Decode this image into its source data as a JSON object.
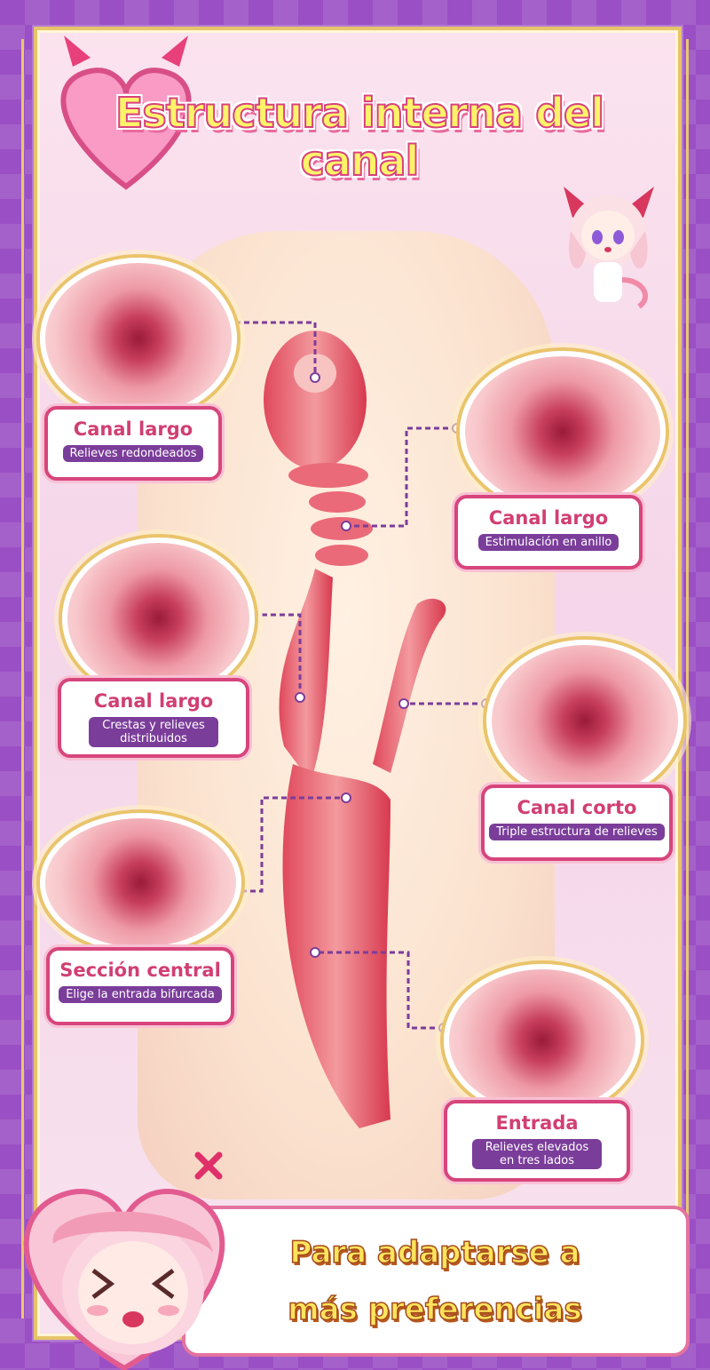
{
  "title": "Estructura interna del canal",
  "labels": [
    {
      "title": "Canal largo",
      "subtitle": "Relieves redondeados"
    },
    {
      "title": "Canal largo",
      "subtitle": "Estimulación en anillo"
    },
    {
      "title": "Canal largo",
      "subtitle": "Crestas y relieves distribuidos"
    },
    {
      "title": "Canal corto",
      "subtitle": "Triple estructura de relieves"
    },
    {
      "title": "Sección central",
      "subtitle": "Elige la entrada bifurcada"
    },
    {
      "title": "Entrada",
      "subtitle": "Relieves elevados en tres lados"
    }
  ],
  "footer": {
    "line1": "Para adaptarse a",
    "line2": "más preferencias"
  },
  "colors": {
    "background": "#9b4fc4",
    "gold": "#e6c46a",
    "pink_border": "#d7457c",
    "label_title": "#d13f72",
    "label_sub_bg": "#7b3d9a",
    "title_fill": "#fff36a",
    "footer_fill": "#ffe45c"
  },
  "icons": [
    "heart-icon",
    "mascot-icon",
    "close-icon"
  ]
}
